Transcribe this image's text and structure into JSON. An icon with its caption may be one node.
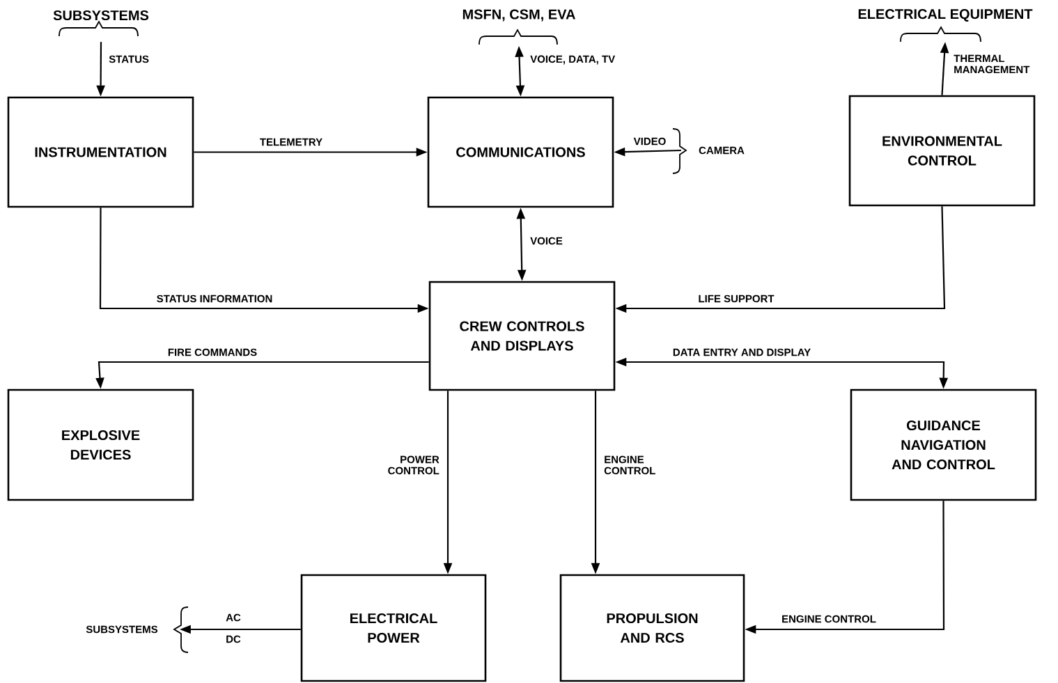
{
  "diagram": {
    "nodes": [
      {
        "text": [
          "INSTRUMENTATION"
        ]
      },
      {
        "text": [
          "COMMUNICATIONS"
        ]
      },
      {
        "text": [
          "ENVIRONMENTAL CONTROL"
        ]
      },
      {
        "text": [
          "CREW CONTROLS AND DISPLAYS"
        ]
      },
      {
        "text": [
          "EXPLOSIVE DEVICES"
        ]
      },
      {
        "text": [
          "GUIDANCE NAVIGATION AND CONTROL"
        ]
      },
      {
        "text": [
          "ELECTRICAL POWER"
        ]
      },
      {
        "text": [
          "PROPULSION AND RCS"
        ]
      },
      {
        "text": [
          "SUBSYSTEMS"
        ]
      },
      {
        "text": [
          "MSFN, CSM, EVA"
        ]
      },
      {
        "text": [
          "ELECTRICAL EQUIPMENT"
        ]
      },
      {
        "text": [
          "CAMERA"
        ]
      },
      {
        "text": [
          "SUBSYSTEMS"
        ]
      }
    ],
    "edges": [
      {
        "from": 8,
        "to": 0,
        "arrow": "to",
        "label": "STATUS"
      },
      {
        "from": 0,
        "to": 1,
        "arrow": "to",
        "label": "TELEMETRY"
      },
      {
        "from": 9,
        "to": 1,
        "arrow": "both",
        "label": "VOICE, DATA, TV"
      },
      {
        "from": 11,
        "to": 1,
        "arrow": "to",
        "label": "VIDEO"
      },
      {
        "from": 2,
        "to": 10,
        "arrow": "to",
        "label": "THERMAL MANAGEMENT"
      },
      {
        "from": 1,
        "to": 3,
        "arrow": "both",
        "label": "VOICE"
      },
      {
        "from": 0,
        "to": 3,
        "arrow": "to",
        "label": "STATUS INFORMATION"
      },
      {
        "from": 2,
        "to": 3,
        "arrow": "to",
        "label": "LIFE SUPPORT"
      },
      {
        "from": 3,
        "to": 4,
        "arrow": "to",
        "label": "FIRE COMMANDS"
      },
      {
        "from": 3,
        "to": 5,
        "arrow": "both",
        "label": "DATA ENTRY AND DISPLAY"
      },
      {
        "from": 3,
        "to": 6,
        "arrow": "to",
        "label": "POWER CONTROL"
      },
      {
        "from": 3,
        "to": 7,
        "arrow": "to",
        "label": "ENGINE CONTROL"
      },
      {
        "from": 5,
        "to": 7,
        "arrow": "to",
        "label": "ENGINE CONTROL"
      },
      {
        "from": 6,
        "to": 12,
        "arrow": "to",
        "label": "AC"
      }
    ],
    "labels": [
      "DC"
    ]
  }
}
